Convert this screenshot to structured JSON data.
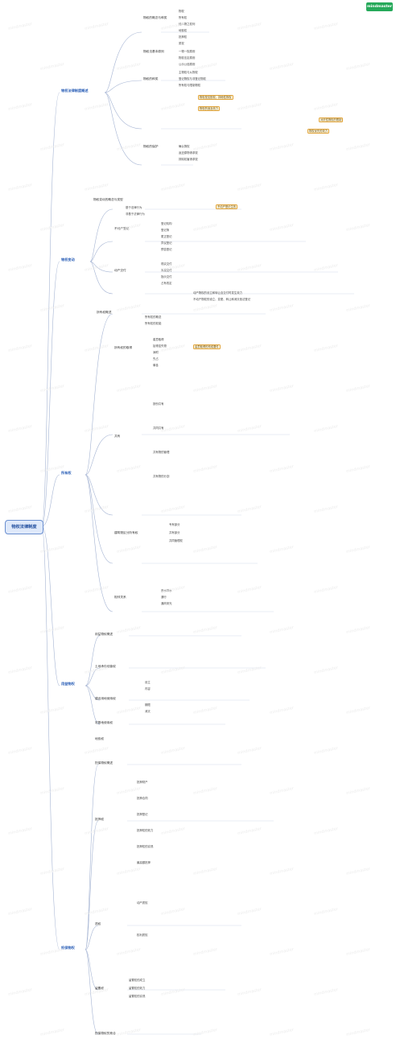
{
  "app": {
    "badge": "mindmaster"
  },
  "watermark": {
    "text": "mindmaster"
  },
  "root": {
    "label": "物权法律制度"
  },
  "branches": [
    {
      "label": "物权法律制度概述"
    },
    {
      "label": "物权变动"
    },
    {
      "label": "所有权"
    },
    {
      "label": "用益物权"
    },
    {
      "label": "担保物权"
    }
  ],
  "s1": {
    "concept": "物权的概念与种类",
    "concept_items": [
      "物权",
      "所有权",
      "他人物之权利",
      "地役权"
    ],
    "concept_notes": [
      "抵押权",
      "质权"
    ],
    "principle": "物权法基本原则",
    "principle_items": [
      "一物一权原则",
      "物权法定原则",
      "公示公信原则"
    ],
    "kinds": "物权的种类",
    "kinds_items": [
      "主物权与从物权",
      "登记物权与非登记物权",
      "所有权与限制物权"
    ],
    "hl1": "物权是支配权，排他性物权",
    "hl2": "对抗性物权的限制",
    "hl3": "物权优先的效力",
    "hl4": "物权的追及效力",
    "protect": "物权的保护",
    "protect_items": [
      "确认物权",
      "返还原物请求权",
      "排除妨害请求权"
    ]
  },
  "s2": {
    "mode": "物权变动的概念与类型",
    "mode_items": [
      "基于法律行为",
      "非基于法律行为"
    ],
    "hl_real": "不动产登记生效",
    "reg": "不动产登记",
    "reg_items": [
      "登记机构",
      "登记簿",
      "更正登记",
      "异议登记",
      "预告登记"
    ],
    "movable": "动产交付",
    "movable_items": [
      "现实交付",
      "简易交付",
      "指示交付",
      "占有改定"
    ],
    "notes": [
      "动产物权的设立和转让自交付时发生效力",
      "不动产物权的设立、变更、转让和消灭依法登记"
    ]
  },
  "s3": {
    "concept": "所有权概述",
    "concept_items": [
      "所有权的概念",
      "所有权的权能"
    ],
    "acquire": "所有权的取得",
    "acquire_items": [
      "善意取得",
      "拾得遗失物",
      "添附",
      "先占",
      "孳息"
    ],
    "hl_good": "善意取得的构成要件",
    "share": "共有",
    "share_items": [
      "按份共有",
      "共同共有",
      "共有物的管理",
      "共有物的分割"
    ],
    "building": "建筑物区分所有权",
    "building_items": [
      "专有部分",
      "共有部分",
      "共同管理权"
    ],
    "neighbor": "相邻关系",
    "neighbor_items": [
      "用水排水",
      "通行",
      "通风采光"
    ]
  },
  "s4": {
    "concept": "用益物权概述",
    "land": "土地承包经营权",
    "construct": "建设用地使用权",
    "home": "宅基地使用权",
    "easement": "地役权",
    "items": [
      "设立",
      "内容",
      "期限",
      "消灭"
    ]
  },
  "s5": {
    "concept": "担保物权概述",
    "mortgage": "抵押权",
    "mortgage_items": [
      "抵押财产",
      "抵押合同",
      "抵押登记",
      "抵押权的效力",
      "抵押权的实现",
      "最高额抵押"
    ],
    "pledge": "质权",
    "pledge_items": [
      "动产质权",
      "权利质权"
    ],
    "lien": "留置权",
    "lien_items": [
      "留置权的成立",
      "留置权的效力",
      "留置权的实现"
    ],
    "compete": "担保物权的竞合"
  }
}
